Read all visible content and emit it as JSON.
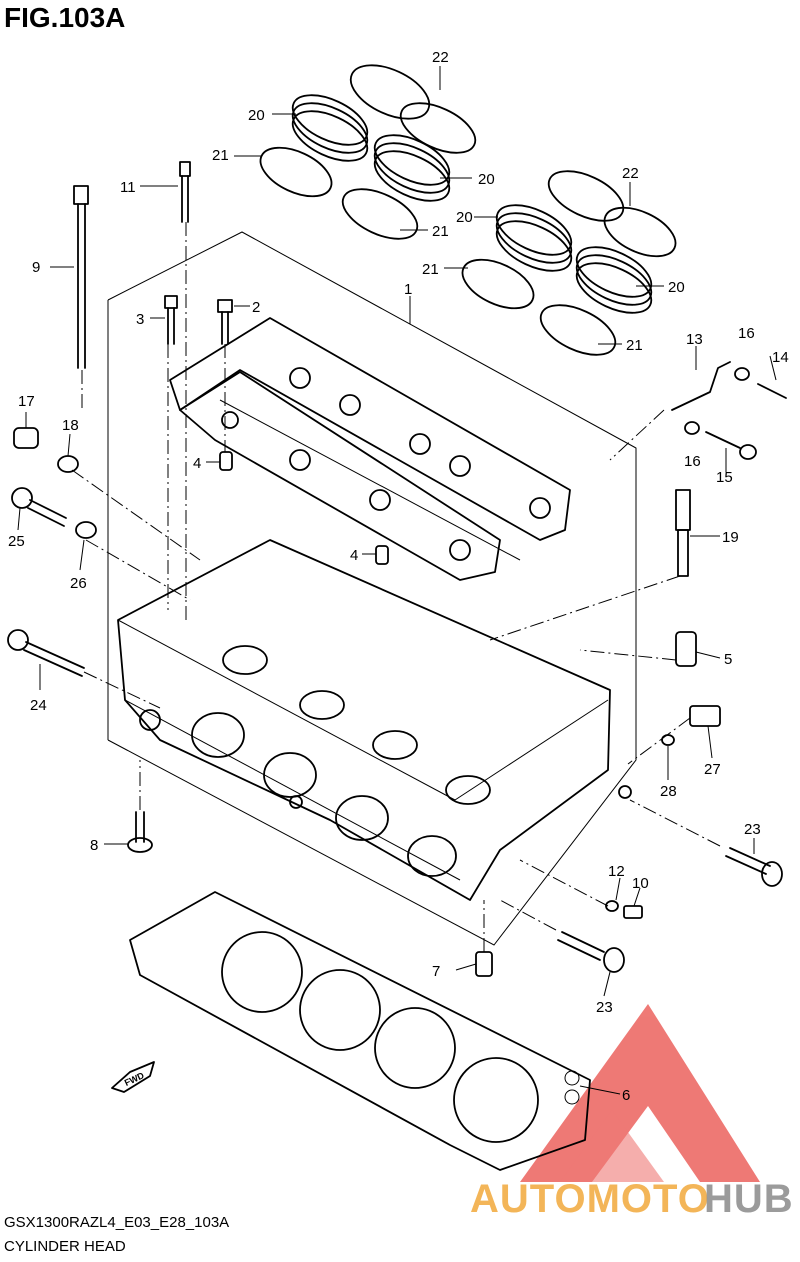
{
  "figure": {
    "title": "FIG.103A",
    "code": "GSX1300RAZL4_E03_E28_103A",
    "name": "CYLINDER HEAD"
  },
  "fwd_arrow": {
    "label": "FWD"
  },
  "watermark": {
    "text_orange": "AUTOMOTO",
    "text_gray": "HUB",
    "color_orange": "#f2a93b",
    "color_gray": "#8a8a8a",
    "color_triangle": "#e8413c"
  },
  "callouts": [
    "1",
    "2",
    "3",
    "4",
    "4",
    "5",
    "6",
    "7",
    "8",
    "9",
    "10",
    "11",
    "12",
    "13",
    "14",
    "15",
    "16",
    "16",
    "17",
    "18",
    "19",
    "20",
    "20",
    "20",
    "20",
    "21",
    "21",
    "21",
    "21",
    "22",
    "22",
    "23",
    "23",
    "24",
    "25",
    "26",
    "27",
    "28"
  ]
}
